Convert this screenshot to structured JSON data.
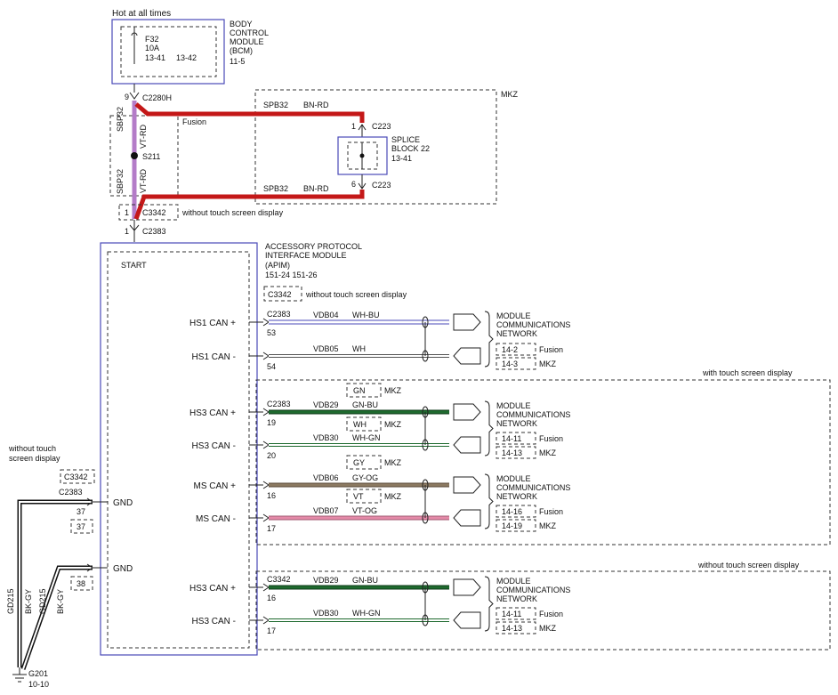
{
  "bcm": {
    "supply": "Hot at all times",
    "fuse": "F32",
    "fuse_rating": "10A",
    "ref_a": "13-41",
    "ref_b": "13-42",
    "name_l1": "BODY",
    "name_l2": "CONTROL",
    "name_l3": "MODULE",
    "name_l4": "(BCM)",
    "page": "11-5"
  },
  "top": {
    "pin9": "9",
    "c2280h": "C2280H",
    "fusion": "Fusion",
    "mkz": "MKZ",
    "sbp32_a": "SBP32",
    "vt_rd_a": "VT-RD",
    "s211": "S211",
    "sbp32_b": "SBP32",
    "vt_rd_b": "VT-RD",
    "spb32_top": "SPB32",
    "bn_rd_top": "BN-RD",
    "spb32_bot": "SPB32",
    "bn_rd_bot": "BN-RD",
    "pin1_c223": "1",
    "c223_top": "C223",
    "pin6_c223": "6",
    "c223_bot": "C223",
    "splice_l1": "SPLICE",
    "splice_l2": "BLOCK 22",
    "splice_ref": "13-41",
    "pin1_c3342": "1",
    "c3342": "C3342",
    "without_touch": "without touch screen display",
    "pin1_c2383": "1",
    "c2383": "C2383"
  },
  "apim": {
    "name_l1": "ACCESSORY PROTOCOL",
    "name_l2": "INTERFACE MODULE",
    "name_l3": "(APIM)",
    "refs": "151-24   151-26",
    "start": "START",
    "c3342_box": "C3342",
    "c3342_note": "without touch screen display"
  },
  "signals": [
    {
      "label": "HS1 CAN +",
      "conn": "C2383",
      "pin": "53",
      "circuit": "VDB04",
      "color": "WH-BU"
    },
    {
      "label": "HS1 CAN -",
      "conn": "",
      "pin": "54",
      "circuit": "VDB05",
      "color": "WH"
    },
    {
      "label": "HS3 CAN +",
      "conn": "C2383",
      "pin": "19",
      "circuit": "VDB29",
      "color": "GN-BU"
    },
    {
      "label": "HS3 CAN -",
      "conn": "",
      "pin": "20",
      "circuit": "VDB30",
      "color": "WH-GN"
    },
    {
      "label": "MS CAN +",
      "conn": "",
      "pin": "16",
      "circuit": "VDB06",
      "color": "GY-OG"
    },
    {
      "label": "MS CAN -",
      "conn": "",
      "pin": "17",
      "circuit": "VDB07",
      "color": "VT-OG"
    },
    {
      "label": "HS3 CAN +",
      "conn": "C3342",
      "pin": "16",
      "circuit": "VDB29",
      "color": "GN-BU"
    },
    {
      "label": "HS3 CAN -",
      "conn": "",
      "pin": "17",
      "circuit": "VDB30",
      "color": "WH-GN"
    }
  ],
  "variants": [
    {
      "color": "GN",
      "model": "MKZ"
    },
    {
      "color": "WH",
      "model": "MKZ"
    },
    {
      "color": "GY",
      "model": "MKZ"
    },
    {
      "color": "VT",
      "model": "MKZ"
    }
  ],
  "networks": [
    {
      "l1": "MODULE",
      "l2": "COMMUNICATIONS",
      "l3": "NETWORK",
      "ref1": "14-2",
      "note1": "Fusion",
      "ref2": "14-3",
      "note2": "MKZ"
    },
    {
      "l1": "MODULE",
      "l2": "COMMUNICATIONS",
      "l3": "NETWORK",
      "ref1": "14-11",
      "note1": "Fusion",
      "ref2": "14-13",
      "note2": "MKZ"
    },
    {
      "l1": "MODULE",
      "l2": "COMMUNICATIONS",
      "l3": "NETWORK",
      "ref1": "14-16",
      "note1": "Fusion",
      "ref2": "14-19",
      "note2": "MKZ"
    },
    {
      "l1": "MODULE",
      "l2": "COMMUNICATIONS",
      "l3": "NETWORK",
      "ref1": "14-11",
      "note1": "Fusion",
      "ref2": "14-13",
      "note2": "MKZ"
    }
  ],
  "region_with": "with touch screen display",
  "region_without": "without touch screen display",
  "ground": {
    "without_l1": "without touch",
    "without_l2": "screen display",
    "c3342": "C3342",
    "c2383": "C2383",
    "pin37": "37",
    "pin37b": "37",
    "pin38": "38",
    "gnd1": "GND",
    "gnd2": "GND",
    "gd215_a": "GD215",
    "bk_gy_a": "BK-GY",
    "gd215_b": "GD215",
    "bk_gy_b": "BK-GY",
    "g201": "G201",
    "g201_ref": "10-10"
  },
  "colors": {
    "red_wire": "#c41818",
    "violet_wire": "#b47cc8",
    "green_wire": "#1e6a2e",
    "tan_wire": "#8c7a62",
    "pink_wire": "#e58aa8",
    "blue_box": "#4a4ab8",
    "module_fill": "#f1f1f1"
  }
}
